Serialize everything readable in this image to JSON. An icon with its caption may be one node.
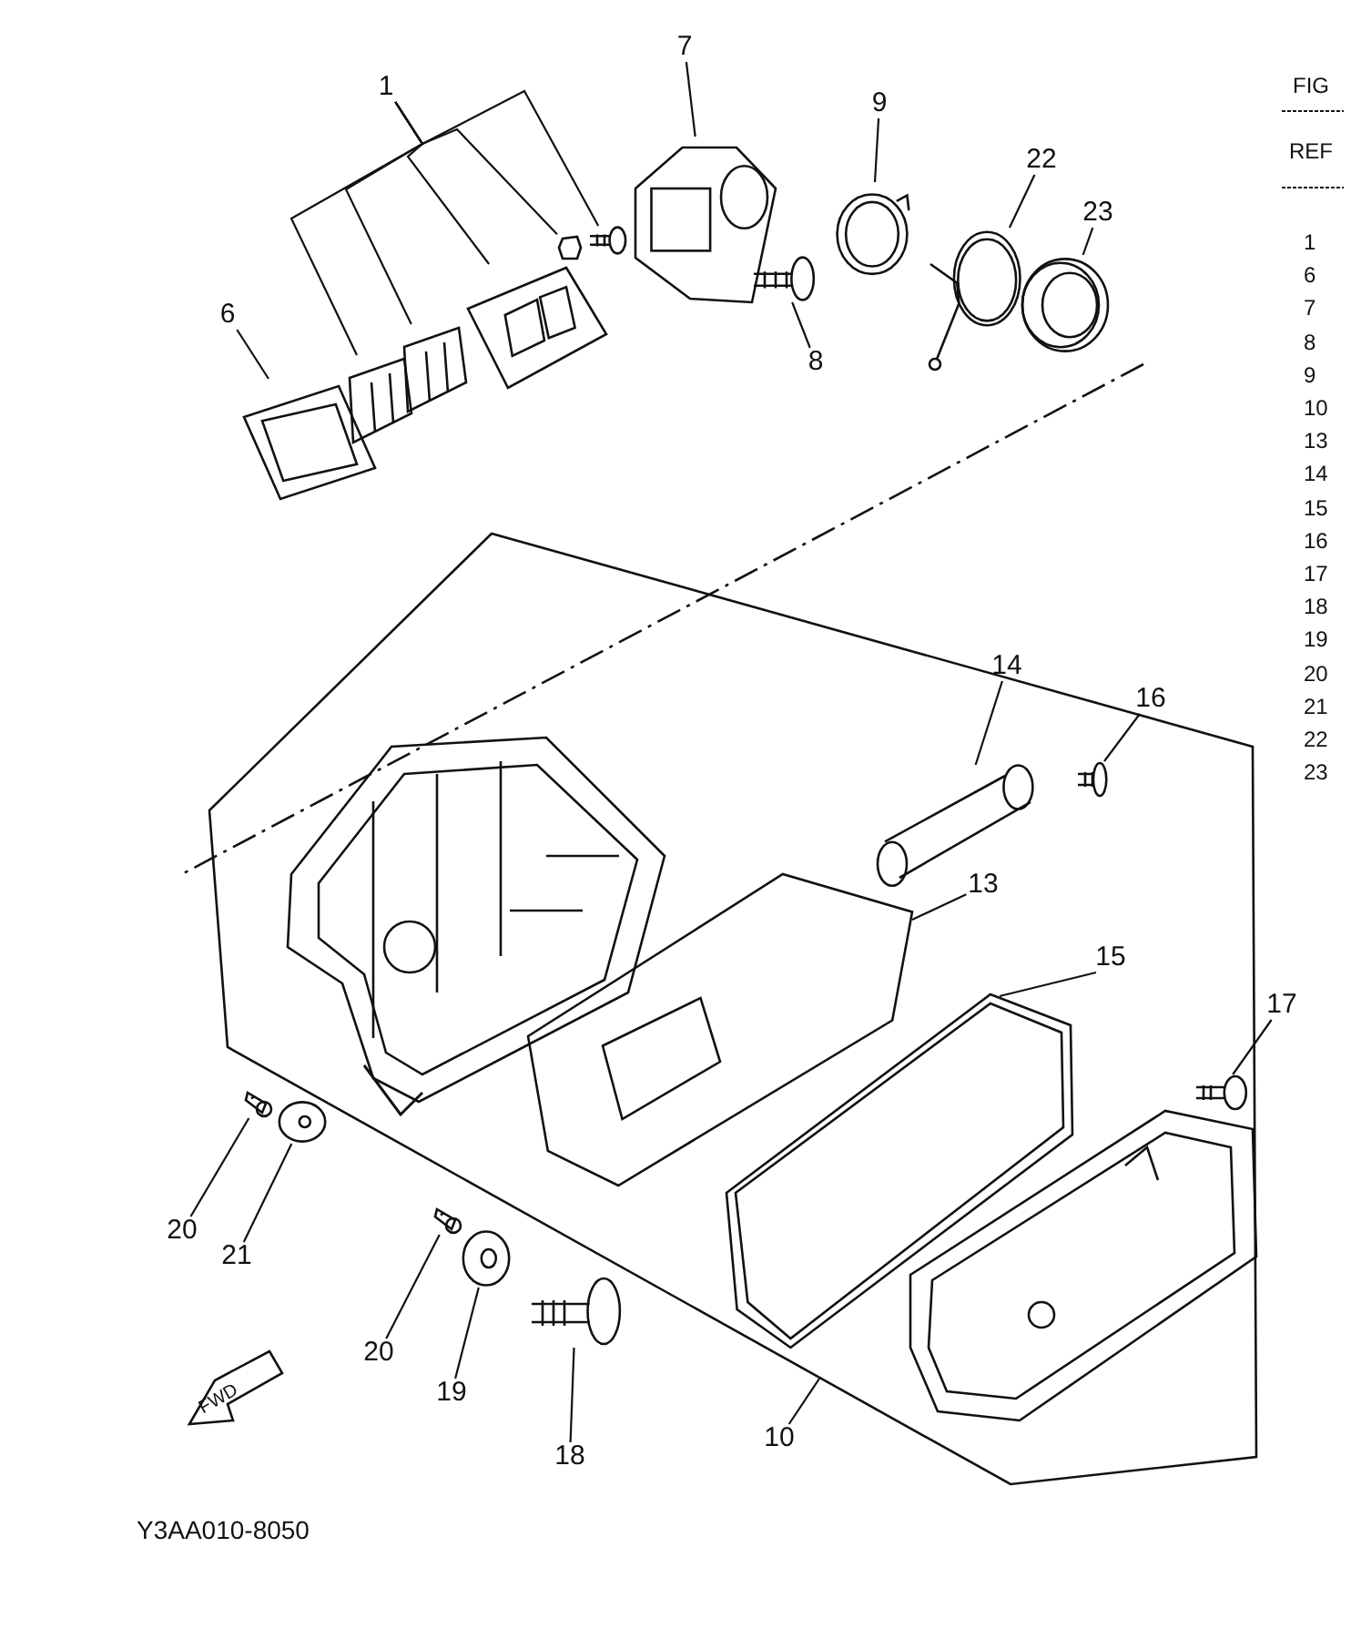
{
  "diagram": {
    "nodes": [
      {
        "text": [
          "1"
        ]
      },
      {
        "text": [
          "7"
        ]
      },
      {
        "text": [
          "9"
        ]
      },
      {
        "text": [
          "22"
        ]
      },
      {
        "text": [
          "23"
        ]
      },
      {
        "text": [
          "6"
        ]
      },
      {
        "text": [
          "8"
        ]
      },
      {
        "text": [
          "14"
        ]
      },
      {
        "text": [
          "16"
        ]
      },
      {
        "text": [
          "13"
        ]
      },
      {
        "text": [
          "15"
        ]
      },
      {
        "text": [
          "17"
        ]
      },
      {
        "text": [
          "20"
        ]
      },
      {
        "text": [
          "21"
        ]
      },
      {
        "text": [
          "20"
        ]
      },
      {
        "text": [
          "19"
        ]
      },
      {
        "text": [
          "18"
        ]
      },
      {
        "text": [
          "10"
        ]
      },
      {
        "text": [],
        "shape": "picture"
      },
      {
        "text": [],
        "shape": "picture"
      },
      {
        "text": [],
        "shape": "picture"
      },
      {
        "text": [],
        "shape": "picture"
      },
      {
        "text": [],
        "shape": "picture"
      },
      {
        "text": [],
        "shape": "picture"
      },
      {
        "text": [],
        "shape": "picture"
      },
      {
        "text": [],
        "shape": "picture"
      },
      {
        "text": [],
        "shape": "picture"
      },
      {
        "text": [],
        "shape": "picture"
      },
      {
        "text": [],
        "shape": "picture"
      },
      {
        "text": [],
        "shape": "picture"
      },
      {
        "text": [],
        "shape": "picture"
      },
      {
        "text": [],
        "shape": "picture"
      },
      {
        "text": [],
        "shape": "picture"
      },
      {
        "text": [],
        "shape": "picture"
      },
      {
        "text": [],
        "shape": "picture"
      },
      {
        "text": [],
        "shape": "picture"
      },
      {
        "text": [],
        "shape": "picture"
      },
      {
        "text": [],
        "shape": "picture"
      },
      {
        "text": [],
        "shape": "picture"
      }
    ],
    "edges": [
      {
        "from": 0,
        "to": 18,
        "arrow": "none"
      },
      {
        "from": 0,
        "to": 19,
        "arrow": "none"
      },
      {
        "from": 0,
        "to": 20,
        "arrow": "none"
      },
      {
        "from": 0,
        "to": 21,
        "arrow": "none"
      },
      {
        "from": 0,
        "to": 22,
        "arrow": "none"
      },
      {
        "from": 5,
        "to": 23,
        "arrow": "none"
      },
      {
        "from": 1,
        "to": 24,
        "arrow": "none"
      },
      {
        "from": 6,
        "to": 25,
        "arrow": "none"
      },
      {
        "from": 2,
        "to": 26,
        "arrow": "none"
      },
      {
        "from": 3,
        "to": 27,
        "arrow": "none"
      },
      {
        "from": 4,
        "to": 28,
        "arrow": "none"
      },
      {
        "from": 7,
        "to": 29,
        "arrow": "none"
      },
      {
        "from": 8,
        "to": 30,
        "arrow": "none"
      },
      {
        "from": 9,
        "to": 31,
        "arrow": "none"
      },
      {
        "from": 10,
        "to": 32,
        "arrow": "none"
      },
      {
        "from": 11,
        "to": 33,
        "arrow": "none"
      },
      {
        "from": 12,
        "to": 34,
        "arrow": "none"
      },
      {
        "from": 13,
        "to": 35,
        "arrow": "none"
      },
      {
        "from": 14,
        "to": 36,
        "arrow": "none"
      },
      {
        "from": 15,
        "to": 37,
        "arrow": "none"
      },
      {
        "from": 16,
        "to": 38,
        "arrow": "none"
      },
      {
        "from": 17,
        "to": null,
        "arrow": "none"
      }
    ],
    "labels": [
      "FIG",
      "REF",
      "1",
      "6",
      "7",
      "8",
      "9",
      "10",
      "13",
      "14",
      "15",
      "16",
      "17",
      "18",
      "19",
      "20",
      "21",
      "22",
      "23",
      "FWD",
      "Y3AA010-8050"
    ]
  }
}
